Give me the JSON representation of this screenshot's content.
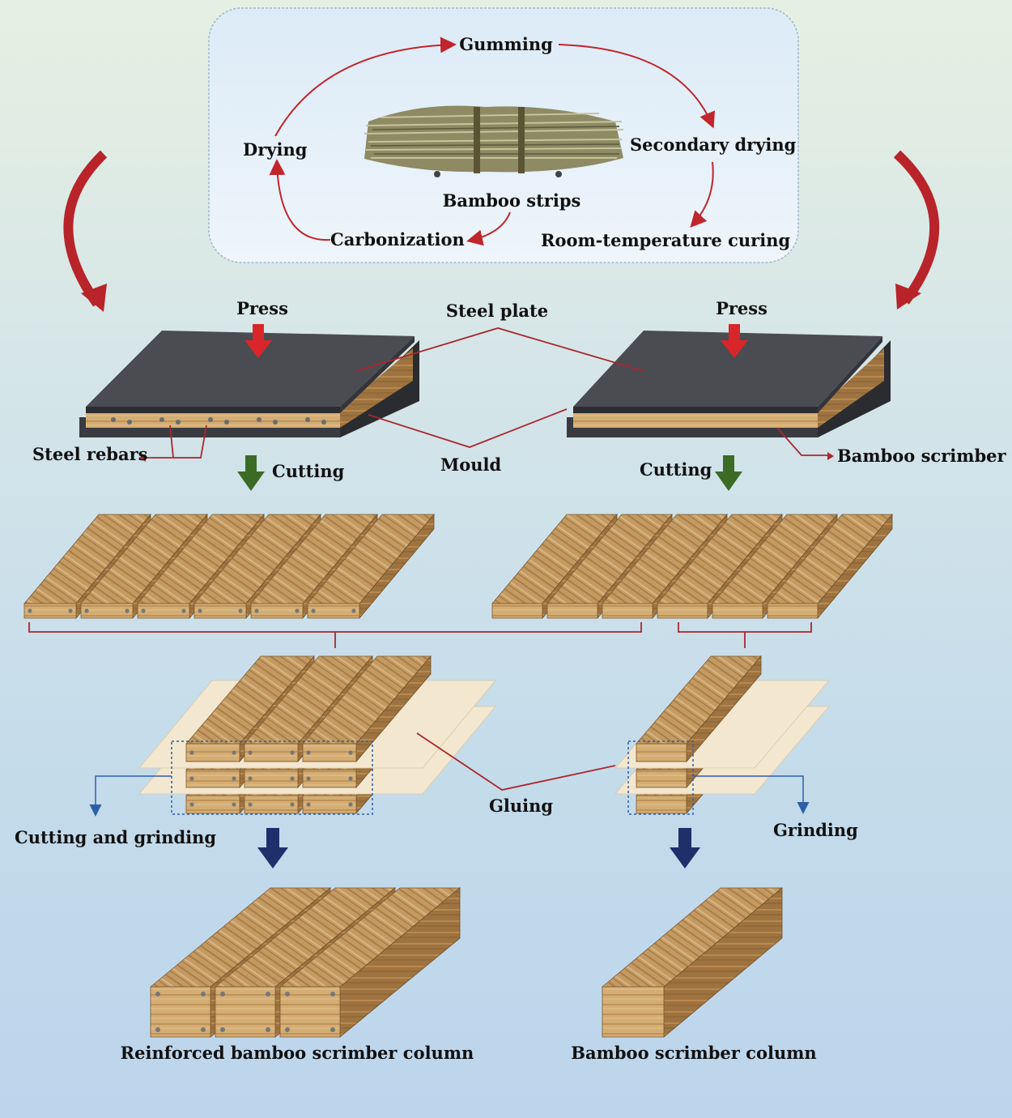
{
  "cycle": {
    "gumming": "Gumming",
    "drying": "Drying",
    "secondary_drying": "Secondary drying",
    "bamboo_strips": "Bamboo strips",
    "carbonization": "Carbonization",
    "room_temperature_curing": "Room-temperature curing"
  },
  "press": {
    "left_press": "Press",
    "right_press": "Press",
    "steel_plate": "Steel plate",
    "steel_rebars": "Steel rebars",
    "mould": "Mould",
    "bamboo_scrimber": "Bamboo scrimber"
  },
  "process": {
    "cutting_left": "Cutting",
    "cutting_right": "Cutting",
    "gluing": "Gluing",
    "cutting_and_grinding": "Cutting and grinding",
    "grinding": "Grinding"
  },
  "products": {
    "reinforced_column": "Reinforced bamboo scrimber column",
    "column": "Bamboo scrimber column"
  },
  "colors": {
    "arrow_red": "#c0262b",
    "arrow_green": "#3b6b25",
    "arrow_navy": "#1f2f6b",
    "steel": "#4a4c52",
    "wood_top": "#c8a06a",
    "wood_side": "#a77a44",
    "wood_end": "#d4ad74",
    "glue_sheet": "#f3e7cf",
    "leader_red": "#a8282e",
    "leader_blue": "#2d5fa8"
  }
}
